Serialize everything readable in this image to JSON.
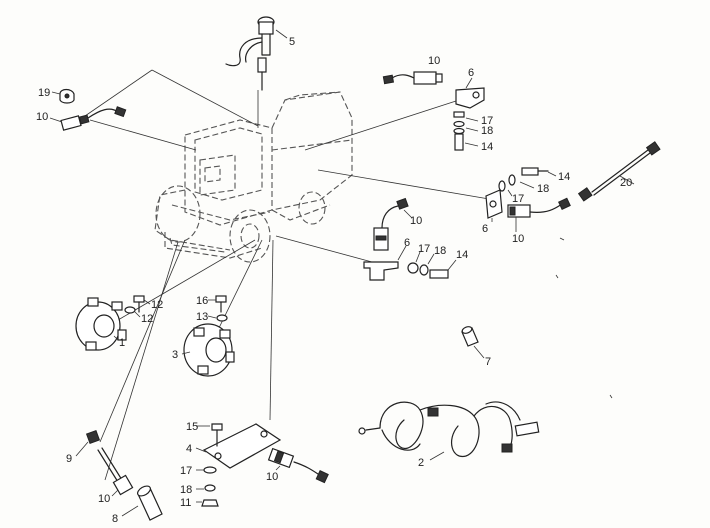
{
  "diagram": {
    "callouts": [
      {
        "id": "c1",
        "text": "1"
      },
      {
        "id": "c2",
        "text": "2"
      },
      {
        "id": "c3",
        "text": "3"
      },
      {
        "id": "c4",
        "text": "4"
      },
      {
        "id": "c5",
        "text": "5"
      },
      {
        "id": "c6a",
        "text": "6"
      },
      {
        "id": "c6b",
        "text": "6"
      },
      {
        "id": "c6c",
        "text": "6"
      },
      {
        "id": "c7",
        "text": "7"
      },
      {
        "id": "c8",
        "text": "8"
      },
      {
        "id": "c9",
        "text": "9"
      },
      {
        "id": "c10a",
        "text": "10"
      },
      {
        "id": "c10b",
        "text": "10"
      },
      {
        "id": "c10c",
        "text": "10"
      },
      {
        "id": "c10d",
        "text": "10"
      },
      {
        "id": "c10e",
        "text": "10"
      },
      {
        "id": "c10f",
        "text": "10"
      },
      {
        "id": "c11",
        "text": "11"
      },
      {
        "id": "c12a",
        "text": "12"
      },
      {
        "id": "c12b",
        "text": "12"
      },
      {
        "id": "c13",
        "text": "13"
      },
      {
        "id": "c14a",
        "text": "14"
      },
      {
        "id": "c14b",
        "text": "14"
      },
      {
        "id": "c14c",
        "text": "14"
      },
      {
        "id": "c15",
        "text": "15"
      },
      {
        "id": "c16",
        "text": "16"
      },
      {
        "id": "c17a",
        "text": "17"
      },
      {
        "id": "c17b",
        "text": "17"
      },
      {
        "id": "c17c",
        "text": "17"
      },
      {
        "id": "c17d",
        "text": "17"
      },
      {
        "id": "c18a",
        "text": "18"
      },
      {
        "id": "c18b",
        "text": "18"
      },
      {
        "id": "c18c",
        "text": "18"
      },
      {
        "id": "c18d",
        "text": "18"
      },
      {
        "id": "c19",
        "text": "19"
      },
      {
        "id": "c20",
        "text": "20"
      }
    ]
  }
}
